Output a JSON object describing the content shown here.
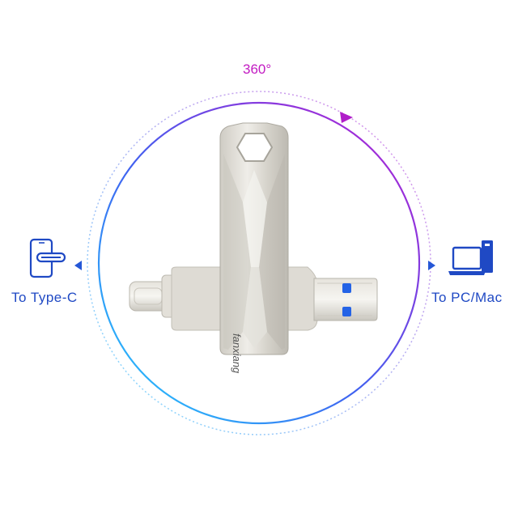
{
  "rotation": {
    "angle_label": "360°"
  },
  "left_port": {
    "label": "To Type-C",
    "icon": "phone-typec-icon"
  },
  "right_port": {
    "label": "To PC/Mac",
    "icon": "laptop-computer-icon"
  },
  "product": {
    "brand": "fanxiang"
  },
  "colors": {
    "label_blue": "#1f49c4",
    "angle_magenta": "#c21bc2",
    "ring_start": "#2fc8ff",
    "ring_end": "#c01bd0",
    "metal": "#d9d6d0"
  }
}
